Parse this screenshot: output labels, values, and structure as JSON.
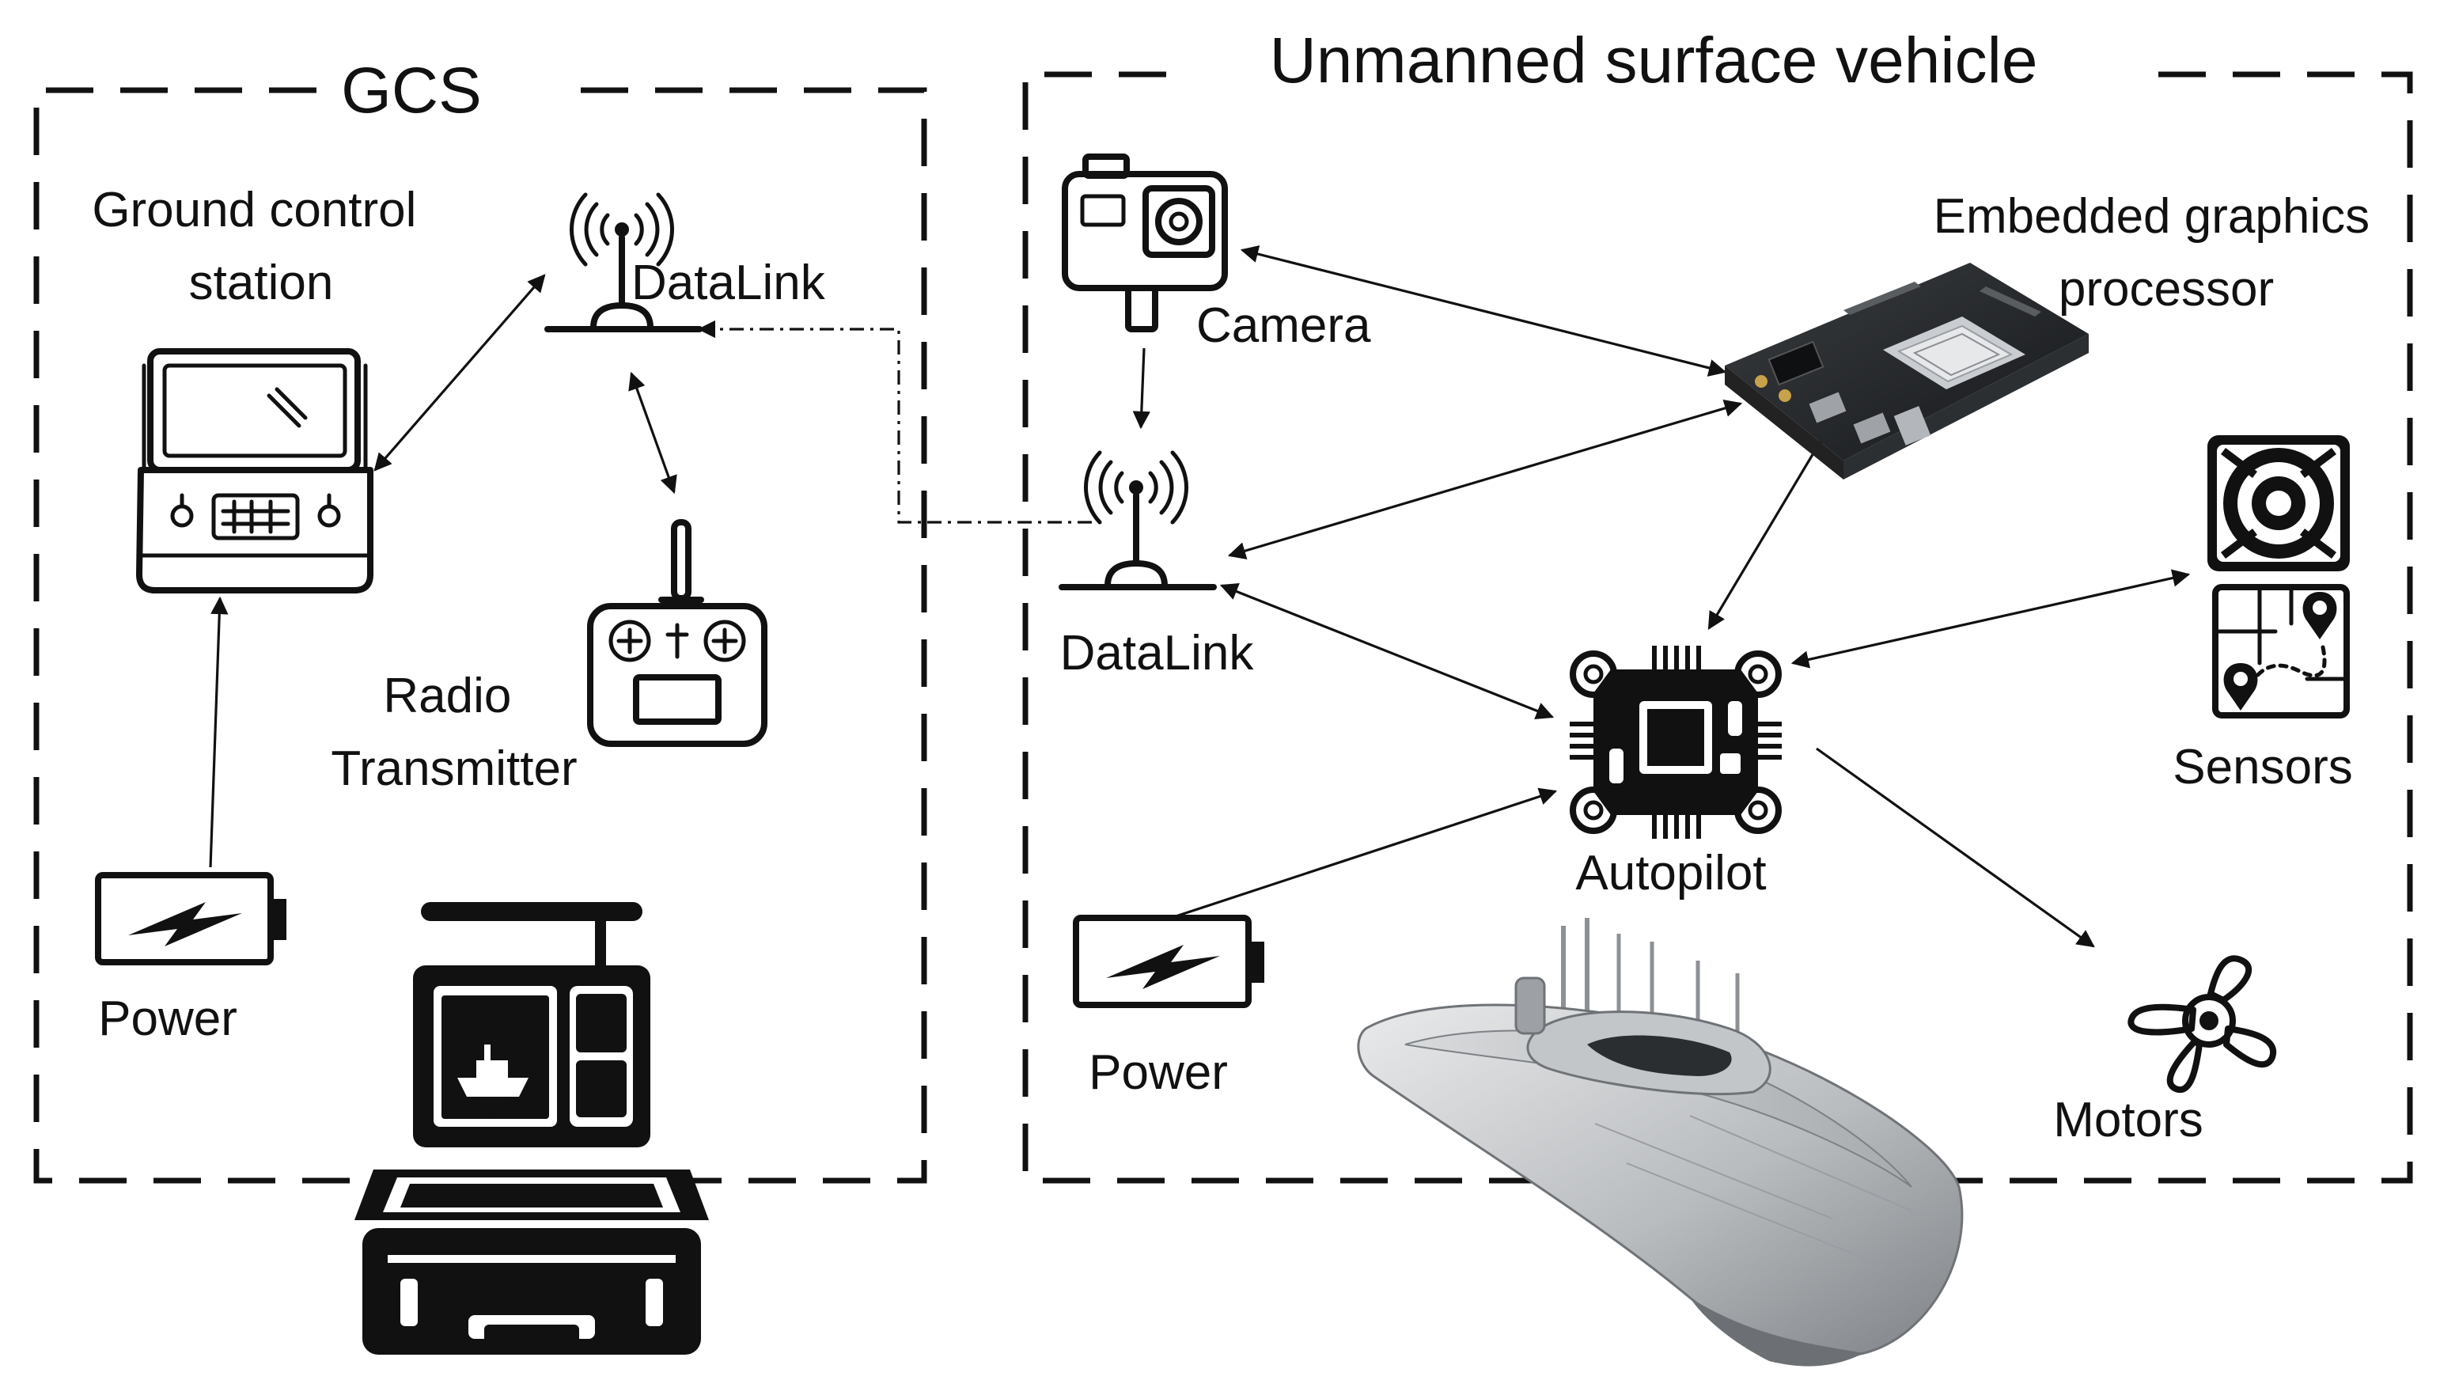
{
  "sections": {
    "gcs": {
      "title": "GCS"
    },
    "usv": {
      "title": "Unmanned surface vehicle"
    }
  },
  "labels": {
    "ground_control_station": [
      "Ground control",
      "station"
    ],
    "gcs_datalink": "DataLink",
    "radio_transmitter": [
      "Radio",
      "Transmitter"
    ],
    "gcs_power": "Power",
    "camera": "Camera",
    "embedded_gpu": [
      "Embedded graphics",
      "processor"
    ],
    "usv_datalink": "DataLink",
    "autopilot": "Autopilot",
    "sensors": "Sensors",
    "usv_power": "Power",
    "motors": "Motors"
  },
  "icons": {
    "ground_station": "ground-station-console-icon",
    "gcs_antenna": "antenna-icon",
    "radio": "radio-transmitter-icon",
    "gcs_battery": "battery-icon",
    "field_laptop": "rugged-case-laptop-icon",
    "camera": "action-camera-icon",
    "gpu": "embedded-board-icon",
    "usv_antenna": "antenna-icon",
    "autopilot": "flight-controller-icon",
    "sensors_lidar": "lidar-sensor-icon",
    "sensors_map": "gps-map-icon",
    "usv_battery": "battery-icon",
    "motor": "propeller-icon",
    "vessel": "usv-boat-icon"
  }
}
